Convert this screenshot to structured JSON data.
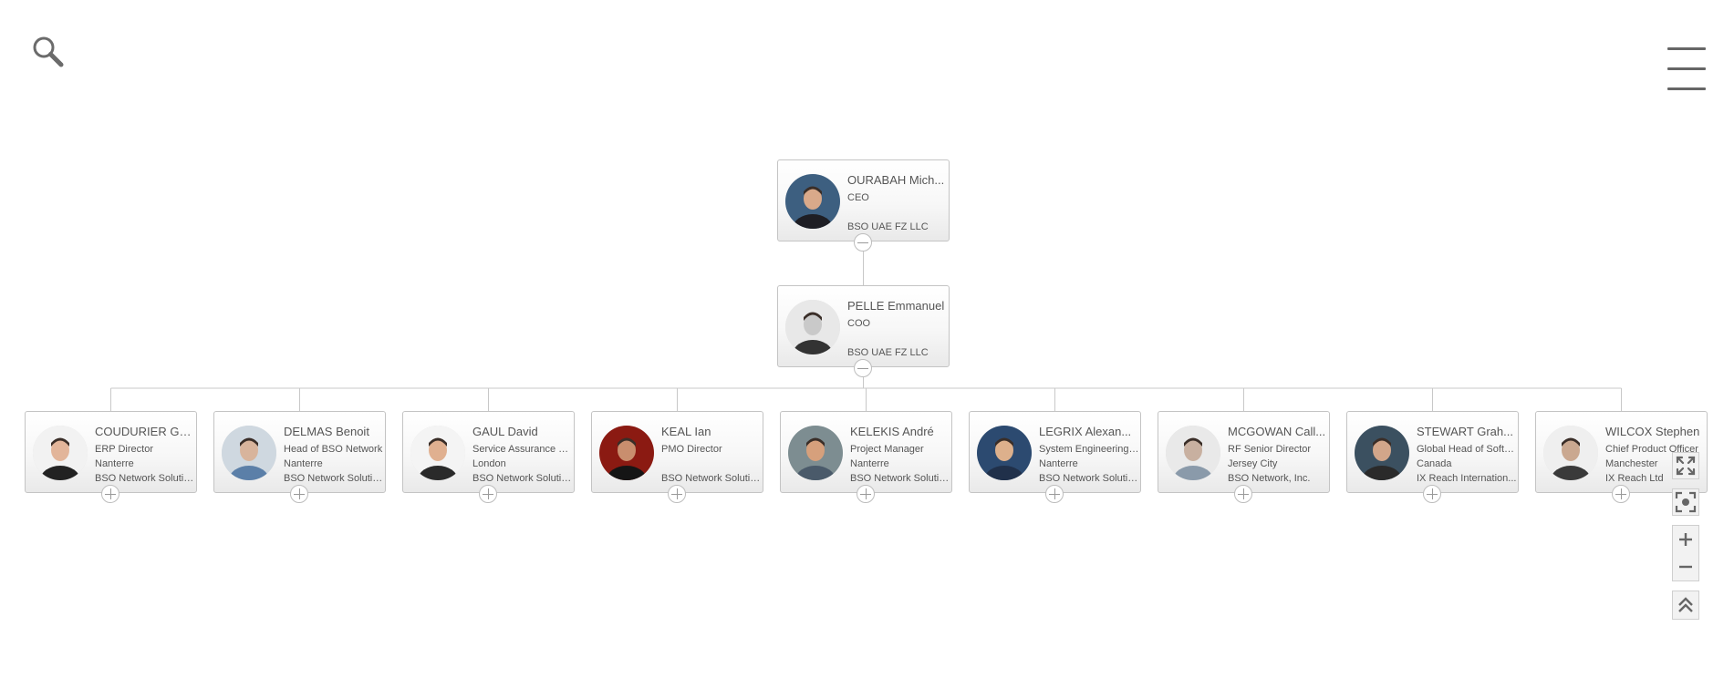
{
  "toolbar": {
    "search_icon": "search-icon",
    "menu_icon": "hamburger-menu-icon"
  },
  "chart": {
    "root": {
      "name": "OURABAH Mich...",
      "title": "CEO",
      "location": "",
      "company": "BSO UAE FZ LLC",
      "expanded": true
    },
    "manager": {
      "name": "PELLE Emmanuel",
      "title": "COO",
      "location": "",
      "company": "BSO UAE FZ LLC",
      "expanded": true
    },
    "reports": [
      {
        "name": "COUDURIER Ga...",
        "title": "ERP Director",
        "location": "Nanterre",
        "company": "BSO Network Solutio..."
      },
      {
        "name": "DELMAS Benoit",
        "title": "Head of BSO Network",
        "location": "Nanterre",
        "company": "BSO Network Solutio..."
      },
      {
        "name": "GAUL David",
        "title": "Service Assurance Di...",
        "location": "London",
        "company": "BSO Network Solutio..."
      },
      {
        "name": "KEAL Ian",
        "title": "PMO Director",
        "location": "",
        "company": "BSO Network Solutio..."
      },
      {
        "name": "KELEKIS André",
        "title": "Project Manager",
        "location": "Nanterre",
        "company": "BSO Network Solutio..."
      },
      {
        "name": "LEGRIX Alexan...",
        "title": "System Engineering ...",
        "location": "Nanterre",
        "company": "BSO Network Solutio..."
      },
      {
        "name": "MCGOWAN Call...",
        "title": "RF Senior Director",
        "location": "Jersey City",
        "company": "BSO Network, Inc."
      },
      {
        "name": "STEWART Grah...",
        "title": "Global Head of Softw...",
        "location": "Canada",
        "company": "IX Reach Internation..."
      },
      {
        "name": "WILCOX Stephen",
        "title": "Chief Product Officer",
        "location": "Manchester",
        "company": "IX Reach Ltd"
      }
    ]
  },
  "controls": {
    "fit_icon": "fit-to-screen-icon",
    "center_icon": "center-focus-icon",
    "zoom_in_icon": "plus-icon",
    "zoom_out_icon": "minus-icon",
    "top_icon": "double-chevron-up-icon"
  },
  "colors": {
    "border": "#c4c4c4",
    "connector": "#c8c8c8",
    "text": "#555555"
  }
}
